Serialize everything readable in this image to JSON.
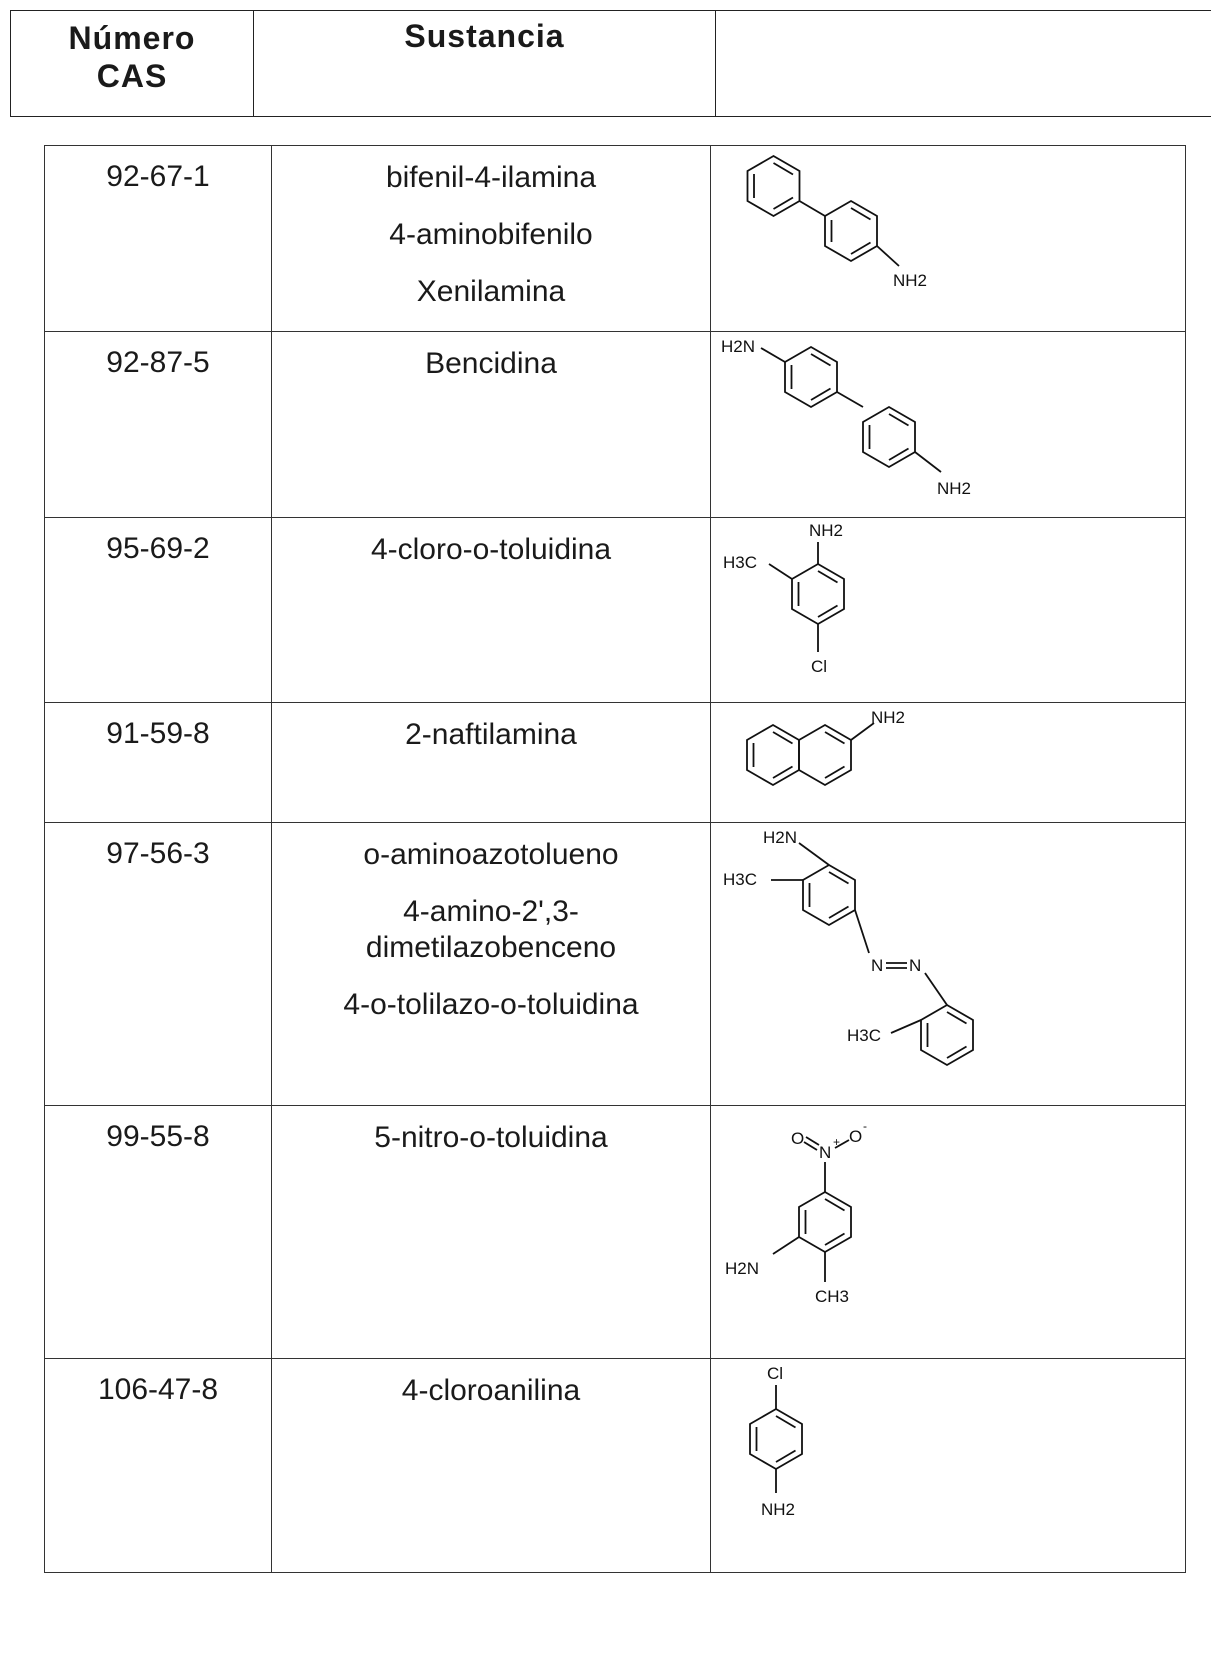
{
  "header": {
    "col_cas": "Número CAS",
    "col_cas_line1": "Número",
    "col_cas_line2": "CAS",
    "col_substance": "Sustancia",
    "col_structure": ""
  },
  "rows": [
    {
      "cas": "92-67-1",
      "names": [
        "bifenil-4-ilamina",
        "4-aminobifenilo",
        "Xenilamina"
      ],
      "structure_icon": "4-aminobiphenyl-structure-icon"
    },
    {
      "cas": "92-87-5",
      "names": [
        "Bencidina"
      ],
      "structure_icon": "benzidine-structure-icon"
    },
    {
      "cas": "95-69-2",
      "names": [
        "4-cloro-o-toluidina"
      ],
      "structure_icon": "4-chloro-o-toluidine-structure-icon"
    },
    {
      "cas": "91-59-8",
      "names": [
        "2-naftilamina"
      ],
      "structure_icon": "2-naphthylamine-structure-icon"
    },
    {
      "cas": "97-56-3",
      "names": [
        "o-aminoazotolueno",
        "4-amino-2',3-dimetilazobenceno",
        "4-o-tolilazo-o-toluidina"
      ],
      "structure_icon": "o-aminoazotoluene-structure-icon"
    },
    {
      "cas": "99-55-8",
      "names": [
        "5-nitro-o-toluidina"
      ],
      "structure_icon": "5-nitro-o-toluidine-structure-icon"
    },
    {
      "cas": "106-47-8",
      "names": [
        "4-cloroanilina"
      ],
      "structure_icon": "4-chloroaniline-structure-icon"
    }
  ],
  "labels": {
    "nh2": "NH2",
    "h2n": "H2N",
    "h3c": "H3C",
    "ch3": "CH3",
    "cl": "Cl",
    "n": "N",
    "o": "O",
    "plus": "+",
    "minus": "-"
  }
}
